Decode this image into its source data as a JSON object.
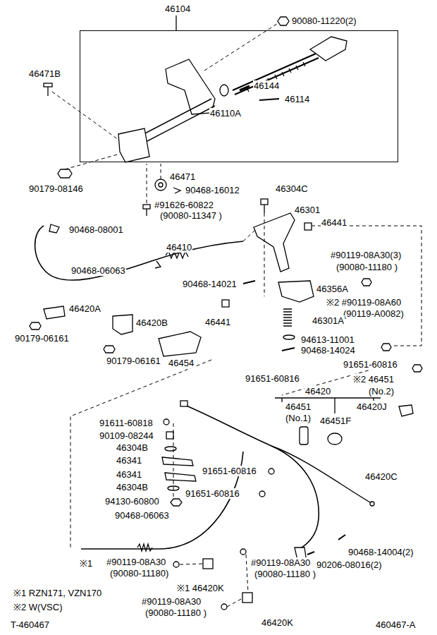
{
  "diagram": {
    "nodes": [
      {
        "text": [
          "46104",
          "46144",
          "46114",
          "46110A"
        ]
      }
    ],
    "labels": [
      "90080-11220(2)",
      "46471B",
      "90179-08146",
      "46471",
      "90468-16012",
      "#91626-60822",
      "(90080-11347 )",
      "46304C",
      "46301",
      "46441",
      "90468-08001",
      "#90119-08A30(3)",
      "(90080-11180 )",
      "46410",
      "90468-06063",
      "90468-14021",
      "46356A",
      "※2 #90119-08A60",
      "(90119-A0082)",
      "46420A",
      "46301A",
      "46441",
      "46420B",
      "94613-11001",
      "90179-06161",
      "90468-14024",
      "90179-06161",
      "46454",
      "91651-60816",
      "91651-60816",
      "※2 46451",
      "(No.2)",
      "46420",
      "46451",
      "(No.1)",
      "46451F",
      "46420J",
      "91611-60818",
      "90109-08244",
      "46304B",
      "46341",
      "46341",
      "46304B",
      "91651-60816",
      "91651-60816",
      "94130-60800",
      "46420C",
      "90468-06063",
      "※1",
      "#90119-08A30",
      "(90080-11180)",
      "#90119-08A30",
      "(90080-11180 )",
      "90468-14004(2)",
      "90206-08016(2)",
      "※1 46420K",
      "#90119-08A30",
      "(90080-11180 )",
      "46420K",
      "※1 RZN171, VZN170",
      "※2 W(VSC)",
      "T-460467",
      "460467-A"
    ]
  }
}
